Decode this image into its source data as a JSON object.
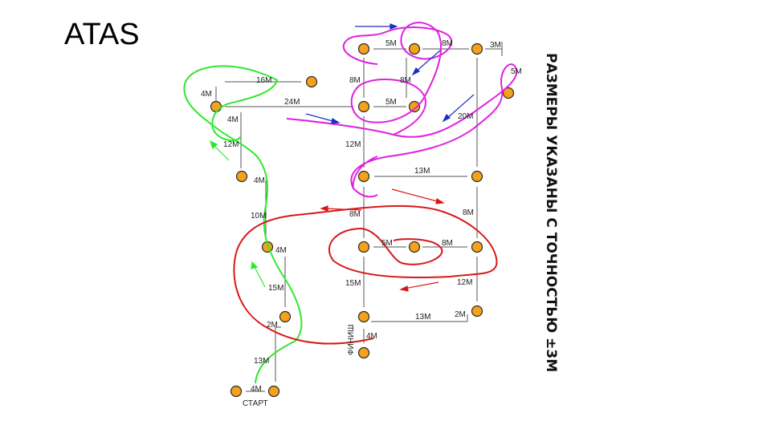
{
  "title": "ATAS",
  "note": "РАЗМЕРЫ УКАЗАНЫ С ТОЧНОСТЬЮ ±3М",
  "labels": {
    "start": "СТАРТ",
    "finish": "ФИНИШ"
  },
  "distances": {
    "d_5m_top": "5M",
    "d_8m_top": "8M",
    "d_3m_top": "3M",
    "d_5m_right": "5M",
    "d_16m": "16M",
    "d_4m_a": "4M",
    "d_8m_a": "8M",
    "d_8m_b": "8M",
    "d_24m": "24M",
    "d_5m_mid": "5M",
    "d_4m_b": "4M",
    "d_20m": "20M",
    "d_12m_a": "12M",
    "d_12m_b": "12M",
    "d_4m_c": "4M",
    "d_13m_a": "13M",
    "d_10m": "10M",
    "d_8m_c": "8M",
    "d_8m_d": "8M",
    "d_4m_d": "4M",
    "d_5m_low": "5M",
    "d_8m_low": "8M",
    "d_15m_a": "15M",
    "d_15m_b": "15M",
    "d_12m_c": "12M",
    "d_2m_a": "2M",
    "d_13m_b": "13M",
    "d_2m_b": "2M",
    "d_4m_e": "4M",
    "d_13m_c": "13M",
    "d_4m_f": "4M"
  },
  "colors": {
    "cone": "#f3a21b",
    "cone_stroke": "#2a2a2a",
    "line": "#555555",
    "green": "#2fe82f",
    "magenta": "#e020e0",
    "red": "#d81818",
    "blue": "#1a2fc0"
  }
}
